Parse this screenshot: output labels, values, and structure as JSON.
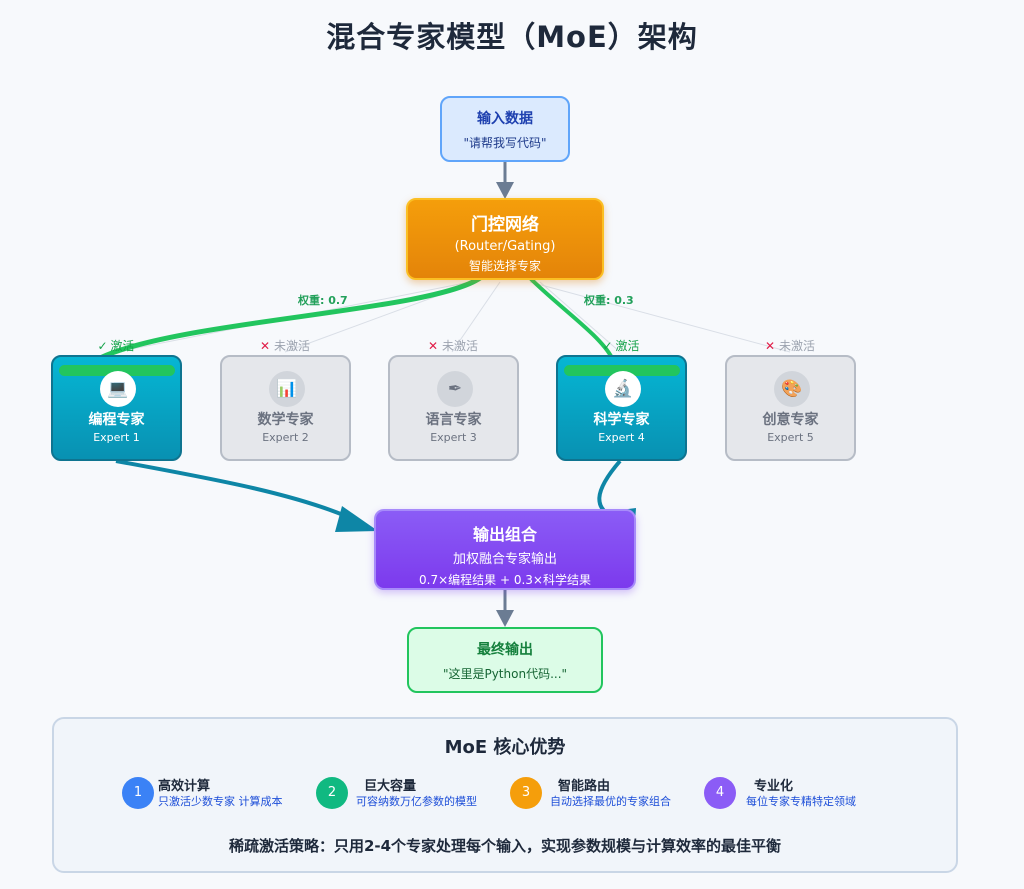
{
  "title": "混合专家模型（MoE）架构",
  "input": {
    "title": "输入数据",
    "text": "\"请帮我写代码\""
  },
  "router": {
    "title": "门控网络",
    "subtitle": "(Router/Gating)",
    "desc": "智能选择专家"
  },
  "weights": {
    "left": "权重: 0.7",
    "right": "权重: 0.3"
  },
  "experts": [
    {
      "state": "激活",
      "active": true,
      "icon": "laptop-icon",
      "glyph": "💻",
      "name": "编程专家",
      "id": "Expert 1"
    },
    {
      "state": "未激活",
      "active": false,
      "icon": "chart-icon",
      "glyph": "📊",
      "name": "数学专家",
      "id": "Expert 2"
    },
    {
      "state": "未激活",
      "active": false,
      "icon": "pen-icon",
      "glyph": "✒",
      "name": "语言专家",
      "id": "Expert 3"
    },
    {
      "state": "激活",
      "active": true,
      "icon": "microscope-icon",
      "glyph": "🔬",
      "name": "科学专家",
      "id": "Expert 4"
    },
    {
      "state": "未激活",
      "active": false,
      "icon": "palette-icon",
      "glyph": "🎨",
      "name": "创意专家",
      "id": "Expert 5"
    }
  ],
  "state_marks": {
    "on": "✓",
    "off": "✕"
  },
  "output": {
    "title": "输出组合",
    "subtitle": "加权融合专家输出",
    "formula": "0.7×编程结果 + 0.3×科学结果"
  },
  "final": {
    "title": "最终输出",
    "text": "\"这里是Python代码...\""
  },
  "advantages": {
    "title": "MoE 核心优势",
    "items": [
      {
        "num": "1",
        "title": "高效计算",
        "desc": "只激活少数专家 计算成本",
        "color": "#3b82f6"
      },
      {
        "num": "2",
        "title": "巨大容量",
        "desc": "可容纳数万亿参数的模型",
        "color": "#10b981"
      },
      {
        "num": "3",
        "title": "智能路由",
        "desc": "自动选择最优的专家组合",
        "color": "#f59e0b"
      },
      {
        "num": "4",
        "title": "专业化",
        "desc": "每位专家专精特定领域",
        "color": "#8b5cf6"
      }
    ],
    "footer": "稀疏激活策略：只用2-4个专家处理每个输入，实现参数规模与计算效率的最佳平衡"
  },
  "colors": {
    "active_expert": "#0891b2",
    "inactive_expert": "#e5e7eb",
    "router": "#f59e0b",
    "output": "#7c3aed",
    "final": "#dcfce7",
    "active_link": "#22c55e",
    "flow_arrow": "#6b7c93"
  }
}
